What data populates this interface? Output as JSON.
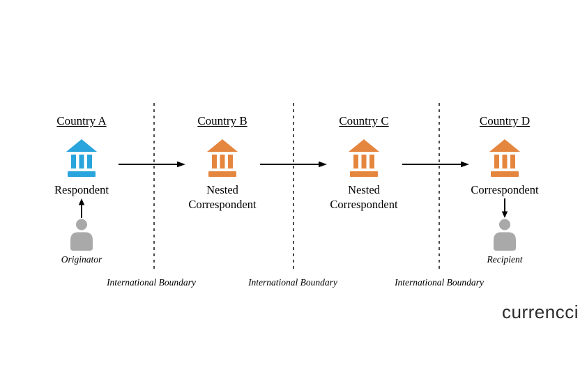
{
  "colors": {
    "bank_blue": "#29A4DC",
    "bank_orange": "#E5863F",
    "person_gray": "#A9A9A9",
    "line_black": "#000000"
  },
  "countries": [
    {
      "label": "Country A",
      "bank_label": "Respondent",
      "person_label": "Originator"
    },
    {
      "label": "Country B",
      "bank_label": "Nested Correspondent"
    },
    {
      "label": "Country C",
      "bank_label": "Nested Correspondent"
    },
    {
      "label": "Country D",
      "bank_label": "Correspondent",
      "person_label": "Recipient"
    }
  ],
  "boundaries": [
    {
      "label": "International Boundary"
    },
    {
      "label": "International Boundary"
    },
    {
      "label": "International Boundary"
    }
  ],
  "logo_text": "currencci"
}
